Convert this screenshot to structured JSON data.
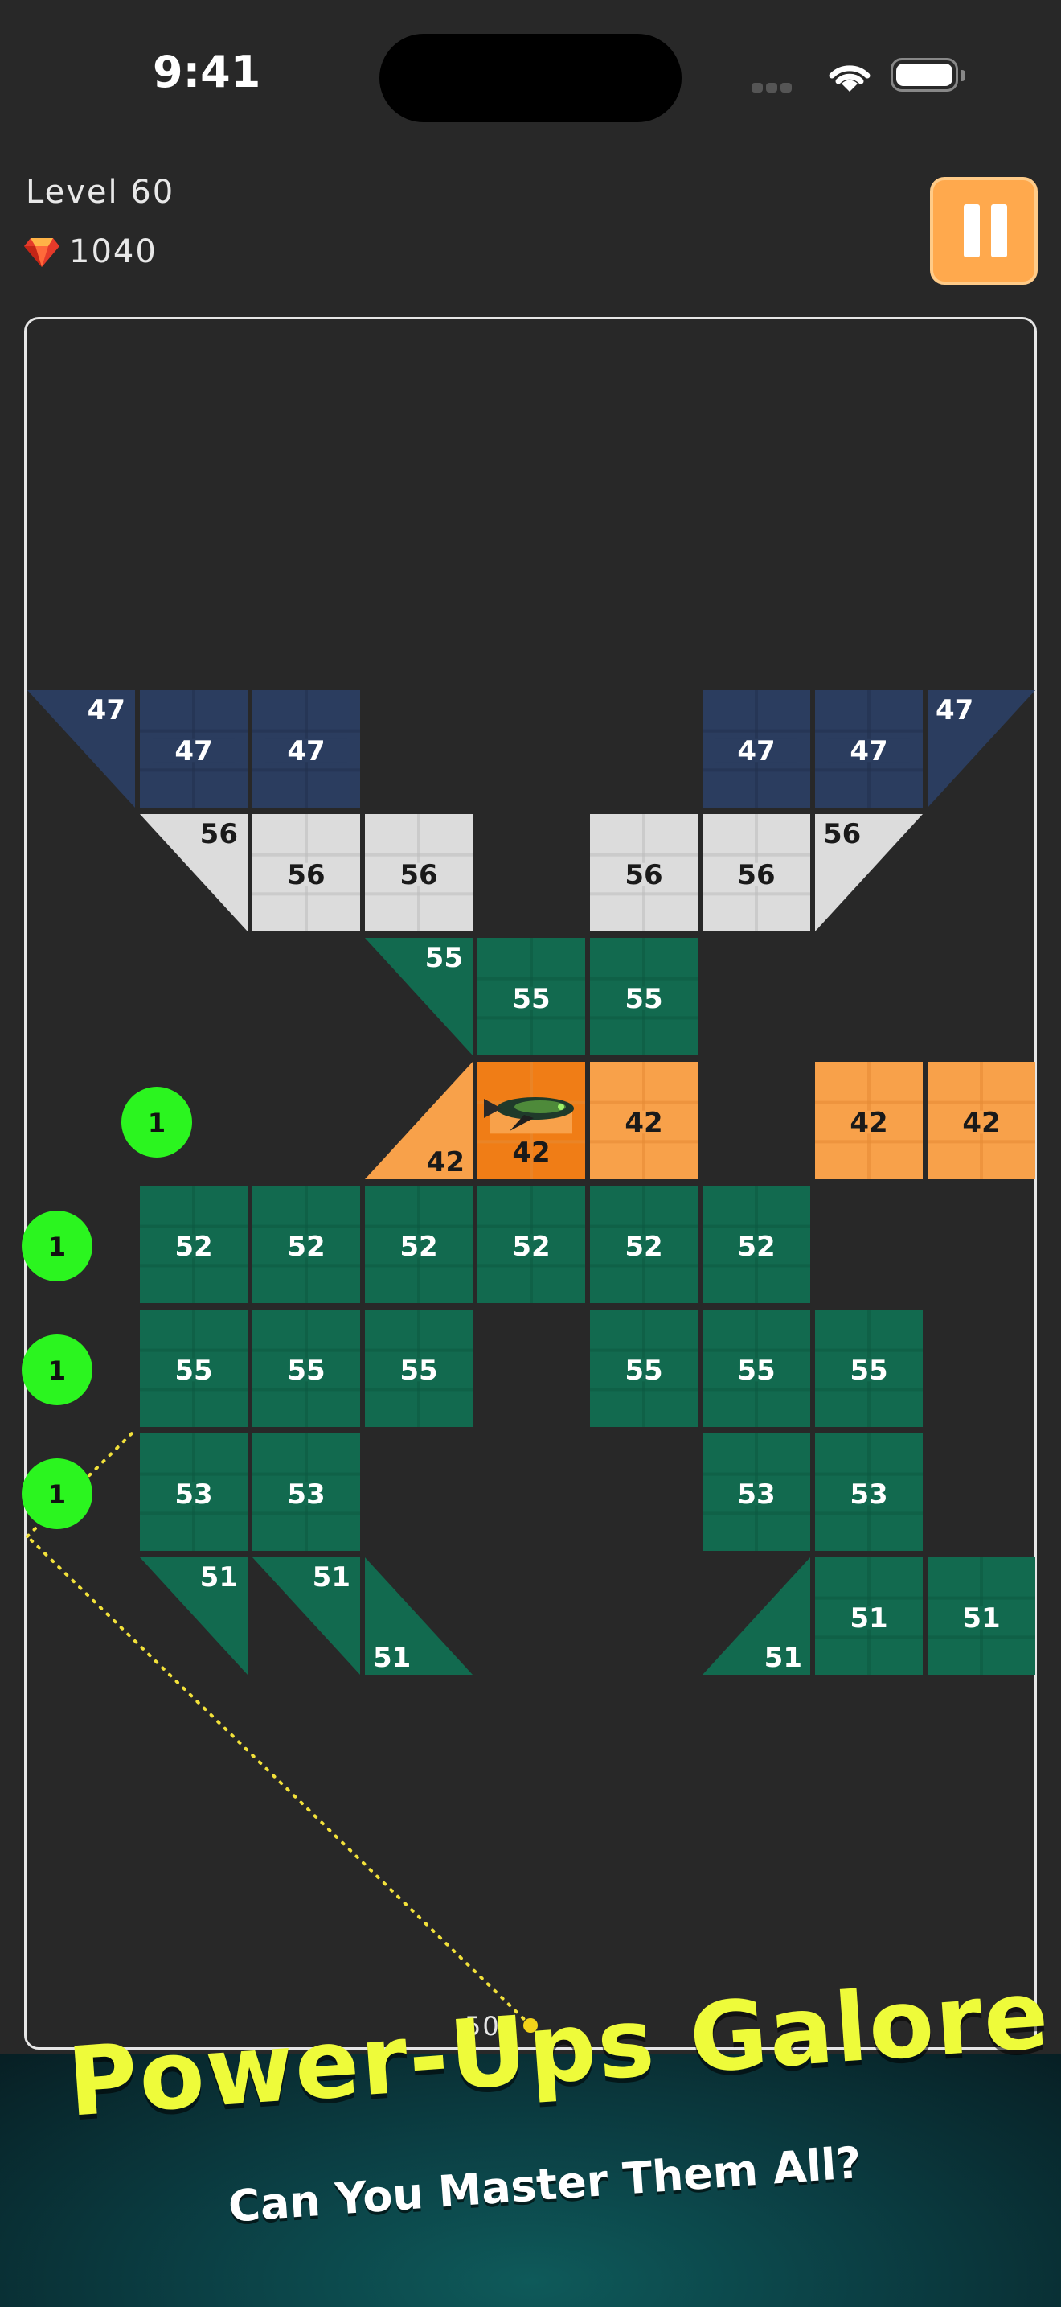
{
  "status_bar": {
    "time": "9:41"
  },
  "hud": {
    "level_label": "Level 60",
    "gem_count": "1040",
    "pause_icon": "pause-icon"
  },
  "colors": {
    "navy": "#2b3d5f",
    "silver": "#dcdcdc",
    "green": "#126a4f",
    "orange": "#f8a14a",
    "ball": "#2bf51f",
    "accent": "#ffa94d",
    "banner_title": "#eefb3a"
  },
  "board": {
    "ball_count": "50",
    "bricks": [
      {
        "row": 0,
        "col": 0,
        "shape": "tri-br",
        "color": "navy",
        "value": "47"
      },
      {
        "row": 0,
        "col": 1,
        "shape": "square",
        "color": "navy",
        "value": "47"
      },
      {
        "row": 0,
        "col": 2,
        "shape": "square",
        "color": "navy",
        "value": "47"
      },
      {
        "row": 0,
        "col": 6,
        "shape": "square",
        "color": "navy",
        "value": "47"
      },
      {
        "row": 0,
        "col": 7,
        "shape": "square",
        "color": "navy",
        "value": "47"
      },
      {
        "row": 0,
        "col": 8,
        "shape": "tri-bl",
        "color": "navy",
        "value": "47"
      },
      {
        "row": 1,
        "col": 1,
        "shape": "tri-br",
        "color": "silver",
        "value": "56"
      },
      {
        "row": 1,
        "col": 2,
        "shape": "square",
        "color": "silver",
        "value": "56"
      },
      {
        "row": 1,
        "col": 3,
        "shape": "square",
        "color": "silver",
        "value": "56"
      },
      {
        "row": 1,
        "col": 5,
        "shape": "square",
        "color": "silver",
        "value": "56"
      },
      {
        "row": 1,
        "col": 6,
        "shape": "square",
        "color": "silver",
        "value": "56"
      },
      {
        "row": 1,
        "col": 7,
        "shape": "tri-bl",
        "color": "silver",
        "value": "56"
      },
      {
        "row": 2,
        "col": 3,
        "shape": "tri-br",
        "color": "green",
        "value": "55"
      },
      {
        "row": 2,
        "col": 4,
        "shape": "square",
        "color": "green",
        "value": "55"
      },
      {
        "row": 2,
        "col": 5,
        "shape": "square",
        "color": "green",
        "value": "55"
      },
      {
        "row": 3,
        "col": 3,
        "shape": "tri-tr",
        "color": "orange",
        "value": "42"
      },
      {
        "row": 3,
        "col": 4,
        "shape": "rocket",
        "color": "orange",
        "value": "42"
      },
      {
        "row": 3,
        "col": 5,
        "shape": "square",
        "color": "orange",
        "value": "42"
      },
      {
        "row": 3,
        "col": 7,
        "shape": "square",
        "color": "orange",
        "value": "42"
      },
      {
        "row": 3,
        "col": 8,
        "shape": "square",
        "color": "orange",
        "value": "42"
      },
      {
        "row": 4,
        "col": 1,
        "shape": "square",
        "color": "green",
        "value": "52"
      },
      {
        "row": 4,
        "col": 2,
        "shape": "square",
        "color": "green",
        "value": "52"
      },
      {
        "row": 4,
        "col": 3,
        "shape": "square",
        "color": "green",
        "value": "52"
      },
      {
        "row": 4,
        "col": 4,
        "shape": "square",
        "color": "green",
        "value": "52"
      },
      {
        "row": 4,
        "col": 5,
        "shape": "square",
        "color": "green",
        "value": "52"
      },
      {
        "row": 4,
        "col": 6,
        "shape": "square",
        "color": "green",
        "value": "52"
      },
      {
        "row": 5,
        "col": 1,
        "shape": "square",
        "color": "green",
        "value": "55"
      },
      {
        "row": 5,
        "col": 2,
        "shape": "square",
        "color": "green",
        "value": "55"
      },
      {
        "row": 5,
        "col": 3,
        "shape": "square",
        "color": "green",
        "value": "55"
      },
      {
        "row": 5,
        "col": 5,
        "shape": "square",
        "color": "green",
        "value": "55"
      },
      {
        "row": 5,
        "col": 6,
        "shape": "square",
        "color": "green",
        "value": "55"
      },
      {
        "row": 5,
        "col": 7,
        "shape": "square",
        "color": "green",
        "value": "55"
      },
      {
        "row": 6,
        "col": 1,
        "shape": "square",
        "color": "green",
        "value": "53"
      },
      {
        "row": 6,
        "col": 2,
        "shape": "square",
        "color": "green",
        "value": "53"
      },
      {
        "row": 6,
        "col": 6,
        "shape": "square",
        "color": "green",
        "value": "53"
      },
      {
        "row": 6,
        "col": 7,
        "shape": "square",
        "color": "green",
        "value": "53"
      },
      {
        "row": 7,
        "col": 1,
        "shape": "tri-br",
        "color": "green",
        "value": "51"
      },
      {
        "row": 7,
        "col": 2,
        "shape": "tri-br",
        "color": "green",
        "value": "51"
      },
      {
        "row": 7,
        "col": 3,
        "shape": "tri-bl-low",
        "color": "green",
        "value": "51"
      },
      {
        "row": 7,
        "col": 6,
        "shape": "tri-br-low",
        "color": "green",
        "value": "51"
      },
      {
        "row": 7,
        "col": 7,
        "shape": "square",
        "color": "green",
        "value": "51"
      },
      {
        "row": 7,
        "col": 8,
        "shape": "square",
        "color": "green",
        "value": "51"
      }
    ],
    "extra_balls": [
      {
        "row": 3,
        "col": 1,
        "value": "1"
      },
      {
        "row": 4,
        "col": 0,
        "value": "1"
      },
      {
        "row": 5,
        "col": 0,
        "value": "1"
      },
      {
        "row": 6,
        "col": 0,
        "value": "1"
      }
    ]
  },
  "banner": {
    "title": "Power-Ups Galore",
    "subtitle": "Can You Master Them All?"
  }
}
